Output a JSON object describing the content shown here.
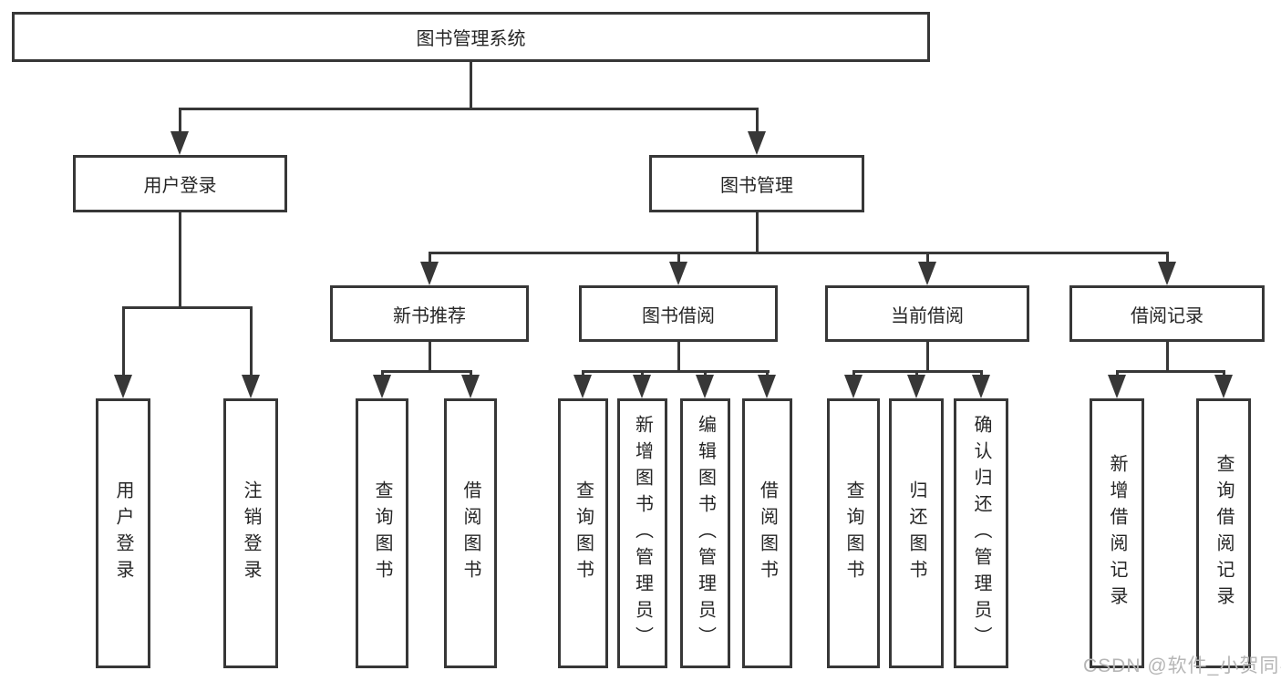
{
  "diagram": {
    "title": "图书管理系统",
    "root": {
      "label": "图书管理系统"
    },
    "level2": {
      "user_login": {
        "label": "用户登录"
      },
      "book_mgmt": {
        "label": "图书管理"
      }
    },
    "level3": {
      "new_book_rec": {
        "label": "新书推荐"
      },
      "book_borrow": {
        "label": "图书借阅"
      },
      "current_borrow": {
        "label": "当前借阅"
      },
      "borrow_record": {
        "label": "借阅记录"
      }
    },
    "leaves": {
      "user_login": [
        "用户登录",
        "注销登录"
      ],
      "new_book_rec": [
        "查询图书",
        "借阅图书"
      ],
      "book_borrow": [
        "查询图书",
        "新增图书（管理员）",
        "编辑图书（管理员）",
        "借阅图书"
      ],
      "current_borrow": [
        "查询图书",
        "归还图书",
        "确认归还（管理员）"
      ],
      "borrow_record": [
        "新增借阅记录",
        "查询借阅记录"
      ]
    }
  },
  "watermark": {
    "text": "CSDN @软件_小贺同学"
  },
  "colors": {
    "line": "#373737",
    "text": "#262626",
    "background": "#ffffff",
    "watermark": "#b6b6b6"
  }
}
